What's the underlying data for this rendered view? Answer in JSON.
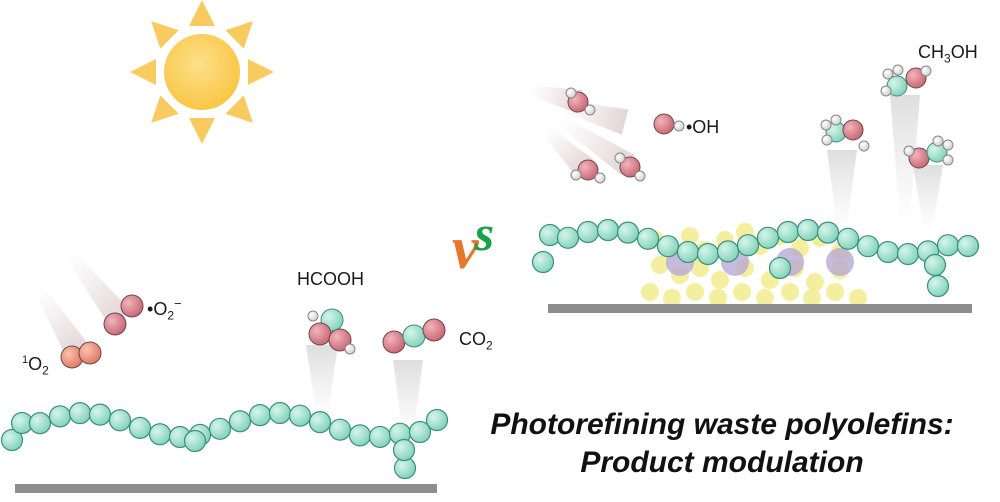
{
  "labels": {
    "singlet_oxygen": {
      "prefix": "1",
      "main": "O",
      "sub": "2"
    },
    "superoxide": {
      "dot": "•",
      "main": "O",
      "sub": "2",
      "sup": "−"
    },
    "hcooh": "HCOOH",
    "co2": {
      "main": "CO",
      "sub": "2"
    },
    "hydroxyl": "•OH",
    "methanol": {
      "a": "CH",
      "sub": "3",
      "b": "OH"
    },
    "vs": {
      "v": "v",
      "s": "s"
    }
  },
  "title": {
    "line1": "Photorefining  waste polyolefins:",
    "line2": "Product modulation"
  },
  "colors": {
    "sun": "#fccc55",
    "sun_rays": "#f8cb60",
    "chain_bead": "#8fdcc4",
    "chain_stroke": "#3d8f78",
    "oxygen_red": "#d97a85",
    "oxygen_orange": "#e98a72",
    "hydrogen": "#f2f2f2",
    "substrate": "#8d8d8d",
    "catalyst_yellow": "#f1ec8e",
    "catalyst_purple": "#b8a9d4",
    "vs_v": "#e8762d",
    "vs_s": "#1aa24b"
  },
  "icons": [
    "sun-icon",
    "polymer-chain-icon",
    "molecule-icon",
    "catalyst-substrate-icon"
  ]
}
